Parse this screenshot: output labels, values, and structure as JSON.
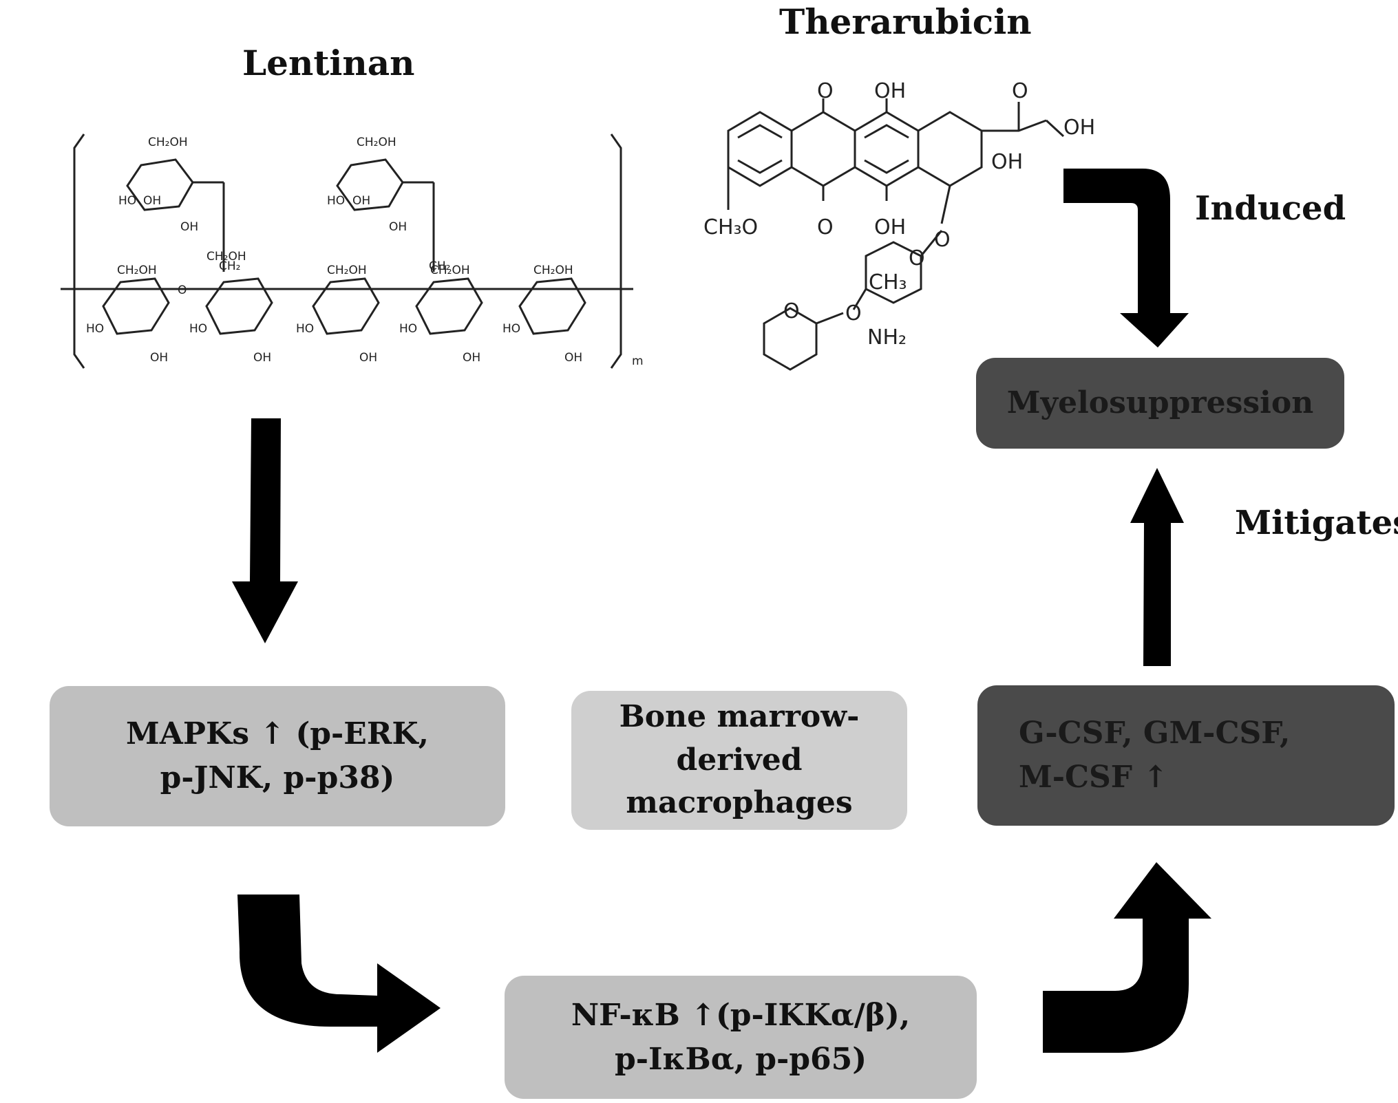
{
  "titles": {
    "lentinan": "Lentinan",
    "therarubicin": "Therarubicin"
  },
  "lentinan_structure": {
    "upper_groups": [
      "CH₂OH",
      "CH₂OH"
    ],
    "upper_hydroxyls": [
      "HO",
      "OH",
      "OH",
      "HO",
      "OH",
      "OH"
    ],
    "methylene_links": [
      "CH₂",
      "CH₂"
    ],
    "backbone_groups": [
      "CH₂OH",
      "CH₂OH",
      "CH₂OH",
      "CH₂OH",
      "CH₂OH"
    ],
    "ring_oxygen": "O",
    "ring_hydroxyls": [
      "HO",
      "OH",
      "HO",
      "OH",
      "HO",
      "OH",
      "HO",
      "OH",
      "HO",
      "OH"
    ],
    "repeat_subscript": "m"
  },
  "therarubicin_structure": {
    "labels": [
      "O",
      "OH",
      "O",
      "OH",
      "OH",
      "CH₃O",
      "O",
      "OH",
      "O",
      "O",
      "CH₃",
      "O",
      "NH₂",
      "O"
    ]
  },
  "boxes": {
    "myelosuppression": "Myelosuppression",
    "mapks": [
      "MAPKs  ↑ (p-ERK,",
      "p-JNK, p-p38)"
    ],
    "bmdm": [
      "Bone marrow-",
      "derived",
      "macrophages"
    ],
    "csf": [
      "G-CSF,  GM-CSF,",
      "M-CSF  ↑"
    ],
    "nfkb": [
      "NF-κB ↑(p-IKKα/β),",
      "p-IκBα,  p-p65)"
    ]
  },
  "edge_labels": {
    "induced": "Induced",
    "mitigates": "Mitigates"
  }
}
